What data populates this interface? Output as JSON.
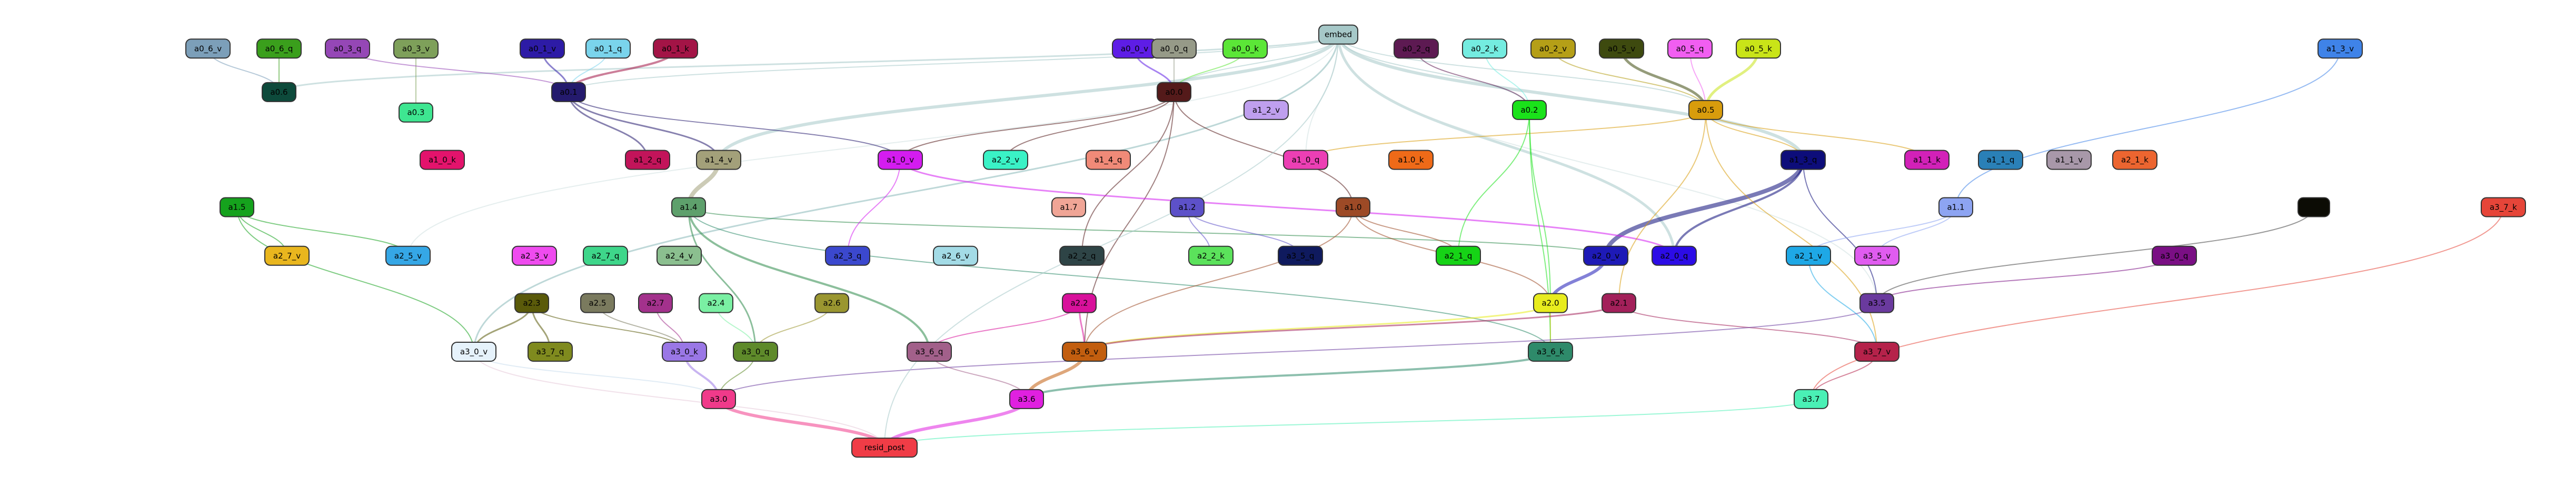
{
  "nodes": [
    {
      "id": "embed",
      "label": "embed",
      "color": "#a6c8c8",
      "text": "#000000"
    },
    {
      "id": "a0_6_v",
      "label": "a0_6_v",
      "color": "#7c9fb9",
      "text": "#000000"
    },
    {
      "id": "a0_6_q",
      "label": "a0_6_q",
      "color": "#3a9f1c",
      "text": "#000000"
    },
    {
      "id": "a0_3_q",
      "label": "a0_3_q",
      "color": "#9547b6",
      "text": "#000000"
    },
    {
      "id": "a0_3_v",
      "label": "a0_3_v",
      "color": "#7ea05a",
      "text": "#000000"
    },
    {
      "id": "a0_1_v",
      "label": "a0_1_v",
      "color": "#2d1ba6",
      "text": "#000000"
    },
    {
      "id": "a0_1_q",
      "label": "a0_1_q",
      "color": "#7ad4ec",
      "text": "#000000"
    },
    {
      "id": "a0_1_k",
      "label": "a0_1_k",
      "color": "#a31446",
      "text": "#000000"
    },
    {
      "id": "a0_0_v",
      "label": "a0_0_v",
      "color": "#5e1de6",
      "text": "#000000"
    },
    {
      "id": "a0_0_q",
      "label": "a0_0_q",
      "color": "#969a88",
      "text": "#000000"
    },
    {
      "id": "a0_0_k",
      "label": "a0_0_k",
      "color": "#5be637",
      "text": "#000000"
    },
    {
      "id": "a0_2_q",
      "label": "a0_2_q",
      "color": "#5d1a52",
      "text": "#000000"
    },
    {
      "id": "a0_2_k",
      "label": "a0_2_k",
      "color": "#74ece0",
      "text": "#000000"
    },
    {
      "id": "a0_2_v",
      "label": "a0_2_v",
      "color": "#b59f17",
      "text": "#000000"
    },
    {
      "id": "a0_5_v",
      "label": "a0_5_v",
      "color": "#3e4a0f",
      "text": "#000000"
    },
    {
      "id": "a0_5_q",
      "label": "a0_5_q",
      "color": "#f15ef1",
      "text": "#000000"
    },
    {
      "id": "a0_5_k",
      "label": "a0_5_k",
      "color": "#c9e418",
      "text": "#000000"
    },
    {
      "id": "a1_3_v",
      "label": "a1_3_v",
      "color": "#3f83e8",
      "text": "#000000"
    },
    {
      "id": "a0_6",
      "label": "a0.6",
      "color": "#0d4a3b",
      "text": "#000000"
    },
    {
      "id": "a0_3",
      "label": "a0.3",
      "color": "#3ee691",
      "text": "#000000"
    },
    {
      "id": "a0_1",
      "label": "a0.1",
      "color": "#241a6d",
      "text": "#000000"
    },
    {
      "id": "a0_0",
      "label": "a0.0",
      "color": "#541a1a",
      "text": "#000000"
    },
    {
      "id": "a1_2_v",
      "label": "a1_2_v",
      "color": "#bf9fee",
      "text": "#000000"
    },
    {
      "id": "a0_2",
      "label": "a0.2",
      "color": "#1ae21a",
      "text": "#000000"
    },
    {
      "id": "a0_5",
      "label": "a0.5",
      "color": "#d89c0c",
      "text": "#000000"
    },
    {
      "id": "a1_0_k",
      "label": "a1_0_k",
      "color": "#e3136c",
      "text": "#000000"
    },
    {
      "id": "a1_2_q",
      "label": "a1_2_q",
      "color": "#c2145a",
      "text": "#000000"
    },
    {
      "id": "a1_4_v",
      "label": "a1_4_v",
      "color": "#a3a07a",
      "text": "#000000"
    },
    {
      "id": "a1_0_v",
      "label": "a1_0_v",
      "color": "#d41cf0",
      "text": "#000000"
    },
    {
      "id": "a2_2_v",
      "label": "a2_2_v",
      "color": "#3af2c6",
      "text": "#000000"
    },
    {
      "id": "a1_4_q",
      "label": "a1_4_q",
      "color": "#f08a78",
      "text": "#000000"
    },
    {
      "id": "a1_0_q",
      "label": "a1_0_q",
      "color": "#ec3fb4",
      "text": "#000000"
    },
    {
      "id": "a1_0_k2",
      "label": "a1.0_k",
      "color": "#ef6a18",
      "text": "#000000"
    },
    {
      "id": "a1_3_q",
      "label": "a1_3_q",
      "color": "#0d0d7a",
      "text": "#000000"
    },
    {
      "id": "a1_1_k",
      "label": "a1_1_k",
      "color": "#d221b8",
      "text": "#000000"
    },
    {
      "id": "a1_1_q",
      "label": "a1_1_q",
      "color": "#2a80b7",
      "text": "#000000"
    },
    {
      "id": "a1_1_v",
      "label": "a1_1_v",
      "color": "#a898a9",
      "text": "#000000"
    },
    {
      "id": "a2_1_k",
      "label": "a2_1_k",
      "color": "#ec6530",
      "text": "#000000"
    },
    {
      "id": "a1_5",
      "label": "a1.5",
      "color": "#15a21d",
      "text": "#000000"
    },
    {
      "id": "a1_4",
      "label": "a1.4",
      "color": "#5ea06c",
      "text": "#000000"
    },
    {
      "id": "a1_7",
      "label": "a1.7",
      "color": "#f0a596",
      "text": "#000000"
    },
    {
      "id": "a1_2",
      "label": "a1.2",
      "color": "#5d51c9",
      "text": "#000000"
    },
    {
      "id": "a1_0",
      "label": "a1.0",
      "color": "#9d4a26",
      "text": "#000000"
    },
    {
      "id": "a1_1",
      "label": "a1.1",
      "color": "#8da4f2",
      "text": "#000000"
    },
    {
      "id": "a3_7_k",
      "label": "a3_7_k",
      "color": "#e64539",
      "text": "#000000"
    },
    {
      "id": "dark_box",
      "label": "",
      "color": "#0c0c05",
      "text": "#000000"
    },
    {
      "id": "a2_7_v",
      "label": "a2_7_v",
      "color": "#e9b61e",
      "text": "#000000"
    },
    {
      "id": "a2_5_v",
      "label": "a2_5_v",
      "color": "#35a7e6",
      "text": "#000000"
    },
    {
      "id": "a2_3_v",
      "label": "a2_3_v",
      "color": "#ef4bef",
      "text": "#000000"
    },
    {
      "id": "a2_7_q",
      "label": "a2_7_q",
      "color": "#3ed68a",
      "text": "#000000"
    },
    {
      "id": "a2_4_v",
      "label": "a2_4_v",
      "color": "#8bbf8f",
      "text": "#000000"
    },
    {
      "id": "a2_3_q",
      "label": "a2_3_q",
      "color": "#3b48ce",
      "text": "#000000"
    },
    {
      "id": "a2_6_v",
      "label": "a2_6_v",
      "color": "#a3dbe6",
      "text": "#000000"
    },
    {
      "id": "a2_2_q",
      "label": "a2_2_q",
      "color": "#2e4446",
      "text": "#000000"
    },
    {
      "id": "a2_2_k",
      "label": "a2_2_k",
      "color": "#5be25b",
      "text": "#000000"
    },
    {
      "id": "a3_5_q",
      "label": "a3_5_q",
      "color": "#0f1a5e",
      "text": "#000000"
    },
    {
      "id": "a2_1_q",
      "label": "a2_1_q",
      "color": "#16d316",
      "text": "#000000"
    },
    {
      "id": "a2_0_v",
      "label": "a2_0_v",
      "color": "#1e1ab7",
      "text": "#000000"
    },
    {
      "id": "a2_0_q",
      "label": "a2_0_q",
      "color": "#2c0ce6",
      "text": "#000000"
    },
    {
      "id": "a2_1_v",
      "label": "a2_1_v",
      "color": "#1ea8e6",
      "text": "#000000"
    },
    {
      "id": "a3_5_v",
      "label": "a3_5_v",
      "color": "#e05cf0",
      "text": "#000000"
    },
    {
      "id": "a3_0_q",
      "label": "a3_0_q",
      "color": "#7a0f84",
      "text": "#000000"
    },
    {
      "id": "a2_3",
      "label": "a2.3",
      "color": "#5a5a0a",
      "text": "#000000"
    },
    {
      "id": "a2_5",
      "label": "a2.5",
      "color": "#7a7a5e",
      "text": "#000000"
    },
    {
      "id": "a2_7",
      "label": "a2.7",
      "color": "#a3318c",
      "text": "#000000"
    },
    {
      "id": "a2_4",
      "label": "a2.4",
      "color": "#7af0a3",
      "text": "#000000"
    },
    {
      "id": "a2_6",
      "label": "a2.6",
      "color": "#9a9630",
      "text": "#000000"
    },
    {
      "id": "a2_2",
      "label": "a2.2",
      "color": "#d8119b",
      "text": "#000000"
    },
    {
      "id": "a2_0",
      "label": "a2.0",
      "color": "#e8ec1e",
      "text": "#000000"
    },
    {
      "id": "a2_1",
      "label": "a2.1",
      "color": "#a3205a",
      "text": "#000000"
    },
    {
      "id": "a3_5",
      "label": "a3.5",
      "color": "#6a3a9e",
      "text": "#000000"
    },
    {
      "id": "a3_0_v",
      "label": "a3_0_v",
      "color": "#e6f2fb",
      "text": "#000000"
    },
    {
      "id": "a3_7_q",
      "label": "a3_7_q",
      "color": "#7f8a1e",
      "text": "#000000"
    },
    {
      "id": "a3_0_k",
      "label": "a3_0_k",
      "color": "#9a77e6",
      "text": "#000000"
    },
    {
      "id": "a3_0_q2",
      "label": "a3_0_q",
      "color": "#5e8a2a",
      "text": "#000000"
    },
    {
      "id": "a3_6_q",
      "label": "a3_6_q",
      "color": "#a2608a",
      "text": "#000000"
    },
    {
      "id": "a3_6_v",
      "label": "a3_6_v",
      "color": "#c25e0f",
      "text": "#000000"
    },
    {
      "id": "a3_6_k",
      "label": "a3_6_k",
      "color": "#2e8a6a",
      "text": "#000000"
    },
    {
      "id": "a3_7_v",
      "label": "a3_7_v",
      "color": "#b5224a",
      "text": "#000000"
    },
    {
      "id": "a3_0",
      "label": "a3.0",
      "color": "#f03a8a",
      "text": "#000000"
    },
    {
      "id": "a3_6",
      "label": "a3.6",
      "color": "#e020e0",
      "text": "#000000"
    },
    {
      "id": "a3_7",
      "label": "a3.7",
      "color": "#4af0b5",
      "text": "#000000"
    },
    {
      "id": "resid_post",
      "label": "resid_post",
      "color": "#f03c46",
      "text": "#000000"
    }
  ]
}
